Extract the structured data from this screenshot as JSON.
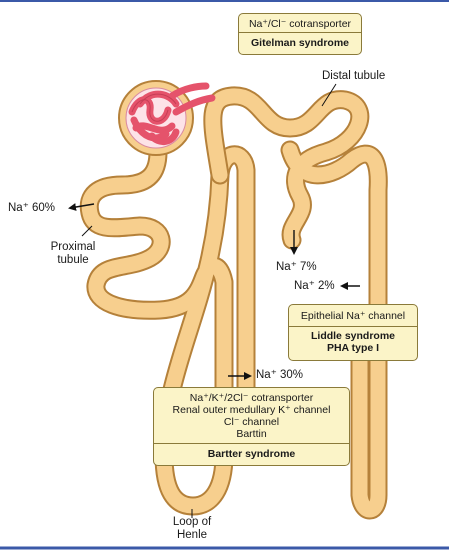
{
  "diagram": {
    "boxes": {
      "gitelman": {
        "transporter_label": "Na⁺/Cl⁻ cotransporter",
        "syndrome_label": "Gitelman syndrome"
      },
      "liddle": {
        "channel_label": "Epithelial Na⁺ channel",
        "syndrome_line1": "Liddle syndrome",
        "syndrome_line2": "PHA type I"
      },
      "bartter": {
        "line1": "Na⁺/K⁺/2Cl⁻ cotransporter",
        "line2": "Renal outer medullary K⁺ channel",
        "line3": "Cl⁻ channel",
        "line4": "Barttin",
        "syndrome_label": "Bartter syndrome"
      }
    },
    "labels": {
      "distal_tubule": "Distal tubule",
      "proximal_tubule_line1": "Proximal",
      "proximal_tubule_line2": "tubule",
      "loop_of_henle_line1": "Loop of",
      "loop_of_henle_line2": "Henle"
    },
    "reabsorption": {
      "proximal": "Na⁺ 60%",
      "loop": "Na⁺ 30%",
      "distal": "Na⁺ 7%",
      "collecting": "Na⁺ 2%"
    },
    "colors": {
      "tubule_fill": "#f7cf8e",
      "tubule_outline": "#b5813a",
      "glomerulus": "#e5536b",
      "box_fill": "#fbf4c8",
      "frame_line": "#3b59a8"
    }
  }
}
